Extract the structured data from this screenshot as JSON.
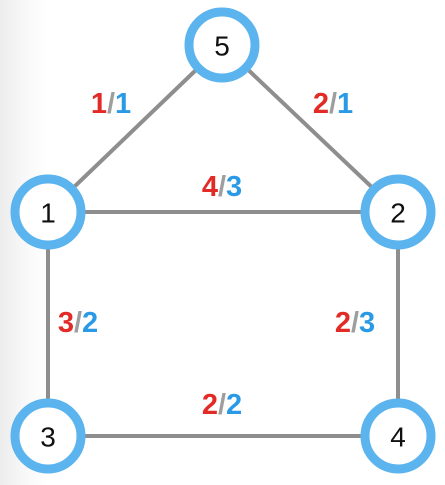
{
  "colors": {
    "edge": "#8e8e8e",
    "node_border": "#5bb4ee",
    "node_fill": "#ffffff",
    "first_value": "#e22b26",
    "separator": "#9e9e9e",
    "second_value": "#2b9ae6"
  },
  "nodes": [
    {
      "id": "5",
      "label": "5"
    },
    {
      "id": "1",
      "label": "1"
    },
    {
      "id": "2",
      "label": "2"
    },
    {
      "id": "3",
      "label": "3"
    },
    {
      "id": "4",
      "label": "4"
    }
  ],
  "edges": [
    {
      "from": "5",
      "to": "1",
      "first": "1",
      "separator": "/",
      "second": "1"
    },
    {
      "from": "5",
      "to": "2",
      "first": "2",
      "separator": "/",
      "second": "1"
    },
    {
      "from": "1",
      "to": "2",
      "first": "4",
      "separator": "/",
      "second": "3"
    },
    {
      "from": "1",
      "to": "3",
      "first": "3",
      "separator": "/",
      "second": "2"
    },
    {
      "from": "2",
      "to": "4",
      "first": "2",
      "separator": "/",
      "second": "3"
    },
    {
      "from": "3",
      "to": "4",
      "first": "2",
      "separator": "/",
      "second": "2"
    }
  ]
}
